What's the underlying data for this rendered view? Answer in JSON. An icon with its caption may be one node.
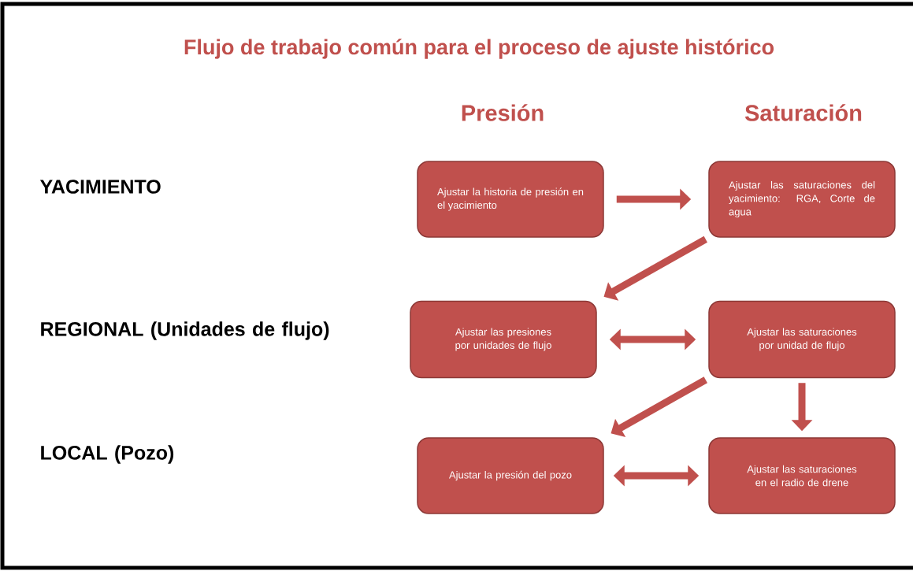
{
  "diagram": {
    "title": "Flujo de trabajo común para el proceso de ajuste histórico",
    "nodes": [
      {
        "text": [
          "Ajustar la historia de presión en el yacimiento"
        ]
      },
      {
        "text": [
          "Ajustar las saturaciones del yacimiento: RGA, Corte de agua"
        ]
      },
      {
        "text": [
          "Ajustar las presiones por unidades de flujo"
        ]
      },
      {
        "text": [
          "Ajustar las saturaciones por unidad de flujo"
        ]
      },
      {
        "text": [
          "Ajustar la presión del pozo"
        ]
      },
      {
        "text": [
          "Ajustar las saturaciones en el radio de drene"
        ]
      }
    ],
    "edges": [
      {
        "from": 0,
        "to": 1,
        "arrow": "to"
      },
      {
        "from": 1,
        "to": 2,
        "arrow": "to"
      },
      {
        "from": 2,
        "to": 3,
        "arrow": "both"
      },
      {
        "from": 3,
        "to": 4,
        "arrow": "to"
      },
      {
        "from": 3,
        "to": 5,
        "arrow": "to"
      },
      {
        "from": 4,
        "to": 5,
        "arrow": "both"
      }
    ],
    "labels": [
      "Presión",
      "Saturación",
      "YACIMIENTO",
      "REGIONAL (Unidades de flujo)",
      "LOCAL (Pozo)"
    ]
  }
}
